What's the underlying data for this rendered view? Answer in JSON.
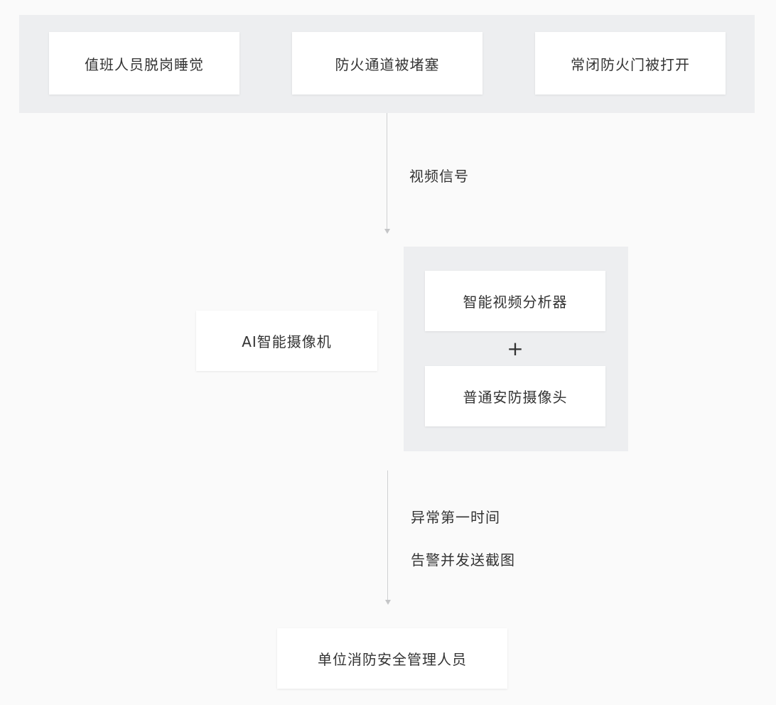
{
  "scenarios": [
    {
      "label": "值班人员脱岗睡觉"
    },
    {
      "label": "防火通道被堵塞"
    },
    {
      "label": "常闭防火门被打开"
    }
  ],
  "edges": {
    "video_signal": "视频信号",
    "alert_line1": "异常第一时间",
    "alert_line2": "告警并发送截图"
  },
  "camera": {
    "label": "AI智能摄像机",
    "components": [
      {
        "label": "智能视频分析器"
      },
      {
        "label": "普通安防摄像头"
      }
    ],
    "combine_symbol": "+"
  },
  "recipient": {
    "label": "单位消防安全管理人员"
  },
  "colors": {
    "background": "#fafafa",
    "panel": "#edeef0",
    "card": "#ffffff",
    "text": "#333333",
    "connector": "#cfd0d2"
  }
}
